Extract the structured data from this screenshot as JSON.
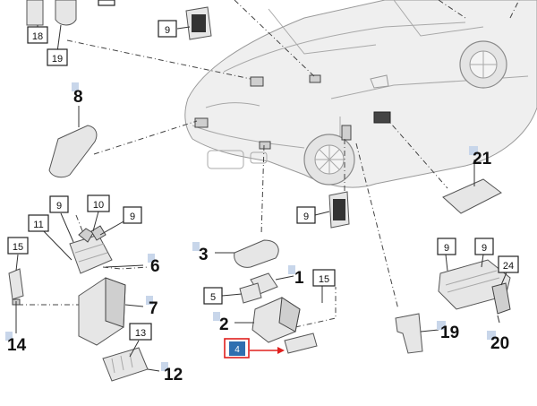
{
  "callouts": {
    "c18": "18",
    "c19a": "19",
    "c9a": "9",
    "c8": "8",
    "c9b": "9",
    "c10": "10",
    "c9c": "9",
    "c11": "11",
    "c15a": "15",
    "c6": "6",
    "c7": "7",
    "c14": "14",
    "c13": "13",
    "c12": "12",
    "c3": "3",
    "c1": "1",
    "c5": "5",
    "c15b": "15",
    "c2": "2",
    "c4": "4",
    "c9d": "9",
    "c21": "21",
    "c9e": "9",
    "c9f": "9",
    "c24": "24",
    "c19b": "19",
    "c20": "20"
  },
  "colors": {
    "highlight": "#e0201e",
    "tag_background": "#c8d6ea",
    "highlight_box_fill": "#2f6fb0"
  }
}
